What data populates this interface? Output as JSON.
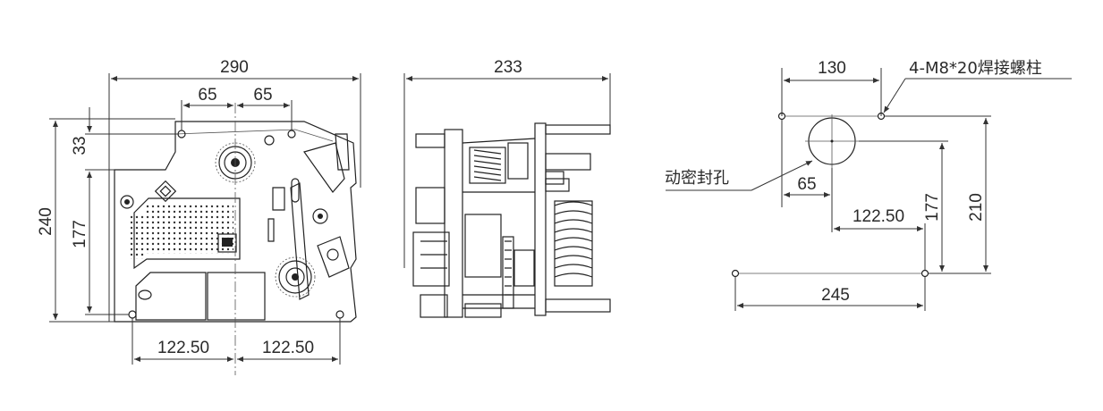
{
  "front_view": {
    "overall_width": "290",
    "hole_spacing_left": "65",
    "hole_spacing_right": "65",
    "top_offset": "33",
    "height_total": "240",
    "height_mount": "177",
    "bottom_left": "122.50",
    "bottom_right": "122.50"
  },
  "side_view": {
    "depth": "233"
  },
  "mounting_view": {
    "top_offset": "130",
    "bolt_callout": "4-M8*20焊接螺柱",
    "hole_callout": "动密封孔",
    "hole_offset": "65",
    "center_offset": "122.50",
    "vertical_inner": "177",
    "vertical_outer": "210",
    "bottom_width": "245"
  },
  "colors": {
    "line": "#333333",
    "text": "#2a2a2a",
    "background": "#ffffff"
  }
}
